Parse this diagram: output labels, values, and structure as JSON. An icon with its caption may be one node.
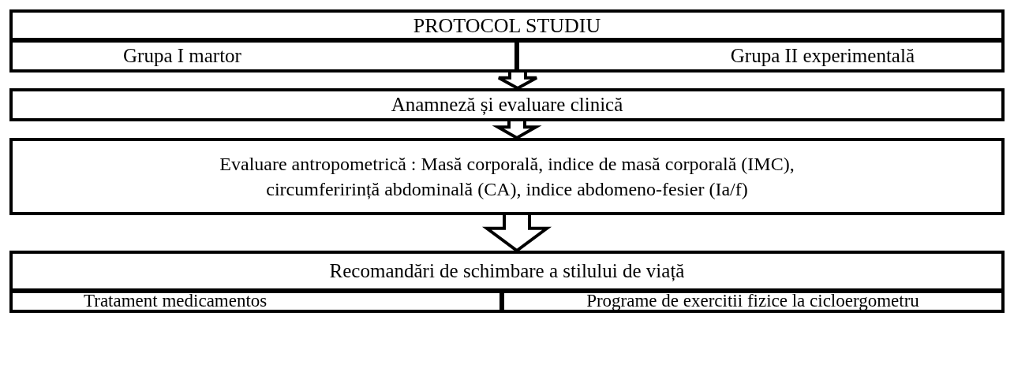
{
  "diagram": {
    "nodes": [
      {
        "text": [
          "PROTOCOL STUDIU"
        ]
      },
      {
        "text": [
          "Grupa I martor"
        ]
      },
      {
        "text": [
          "Grupa II experimentală"
        ]
      },
      {
        "text": [
          "Anamneză și evaluare clinică"
        ]
      },
      {
        "text": [
          "Evaluare antropometrică : Masă corporală, indice de masă corporală (IMC), circumferirință abdominală (CA), indice abdomeno-fesier (Ia/f)"
        ]
      },
      {
        "text": [
          "Recomandări de schimbare a stilului de viață"
        ]
      },
      {
        "text": [
          "Tratament medicamentos"
        ]
      },
      {
        "text": [
          "Programe de exercitii fizice la cicloergometru"
        ]
      }
    ],
    "edges": [
      {
        "from": 1,
        "to": 3,
        "arrow": "to"
      },
      {
        "from": 2,
        "to": 3,
        "arrow": "to"
      },
      {
        "from": 3,
        "to": 4,
        "arrow": "to"
      },
      {
        "from": 4,
        "to": 5,
        "arrow": "to"
      }
    ]
  }
}
